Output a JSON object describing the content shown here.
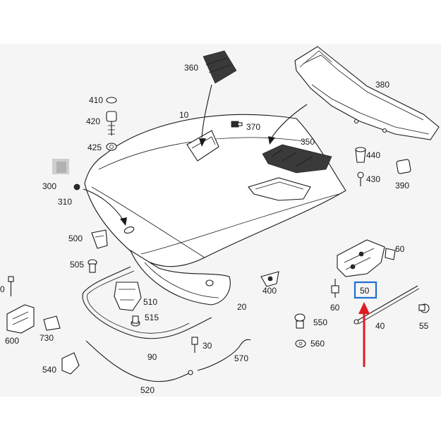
{
  "diagram": {
    "callout_color": "#1e6fd0",
    "arrow_color": "#e11b22",
    "highlighted_part": "50",
    "labels": {
      "p10": "10",
      "p20": "20",
      "p30": "30",
      "p40": "40",
      "p50": "50",
      "p55": "55",
      "p60a": "60",
      "p60b": "60",
      "p90": "90",
      "p0": "0",
      "p300": "300",
      "p310": "310",
      "p350": "350",
      "p360": "360",
      "p370": "370",
      "p380": "380",
      "p390": "390",
      "p400": "400",
      "p410": "410",
      "p420": "420",
      "p425": "425",
      "p430": "430",
      "p440": "440",
      "p500": "500",
      "p505": "505",
      "p510": "510",
      "p515": "515",
      "p520": "520",
      "p540": "540",
      "p550": "550",
      "p560": "560",
      "p570": "570",
      "p600": "600",
      "p730": "730"
    }
  }
}
